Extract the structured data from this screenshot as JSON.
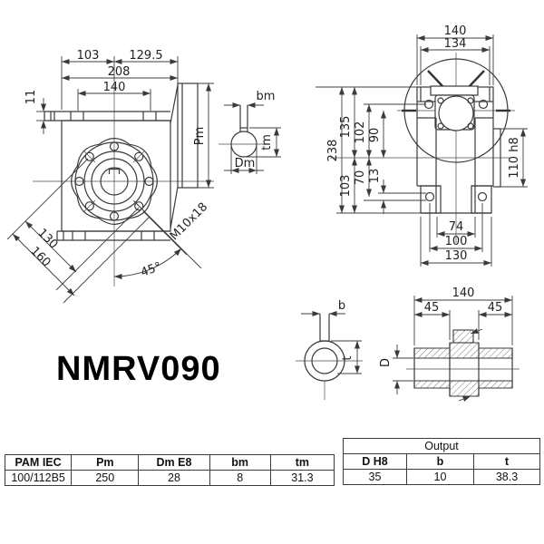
{
  "title": "NMRV090",
  "front_view": {
    "d103": "103",
    "d129_5": "129.5",
    "d208": "208",
    "d140": "140",
    "d11": "11",
    "dPm": "Pm",
    "d130": "130",
    "d160": "160",
    "d45": "45°",
    "thread": "M10x18"
  },
  "input_section": {
    "bm": "bm",
    "tm": "tm",
    "Dm": "Dm"
  },
  "side_view": {
    "d140": "140",
    "d134": "134",
    "d238": "238",
    "d135": "135",
    "d102": "102",
    "d90": "90",
    "d103": "103",
    "d70": "70",
    "d13": "13",
    "d110": "110 h8",
    "d74": "74",
    "d100": "100",
    "d130": "130"
  },
  "output_section": {
    "b": "b",
    "t": "t"
  },
  "output_shaft": {
    "d140": "140",
    "d45_left": "45",
    "d45_right": "45",
    "dD": "D"
  },
  "pam_table": {
    "headers": [
      "PAM IEC",
      "Pm",
      "Dm E8",
      "bm",
      "tm"
    ],
    "row": [
      "100/112B5",
      "250",
      "28",
      "8",
      "31.3"
    ]
  },
  "output_table": {
    "title": "Output",
    "headers": [
      "D H8",
      "b",
      "t"
    ],
    "row": [
      "35",
      "10",
      "38.3"
    ]
  },
  "colors": {
    "line": "#3a3a3a",
    "text": "#222222",
    "background": "#ffffff"
  }
}
